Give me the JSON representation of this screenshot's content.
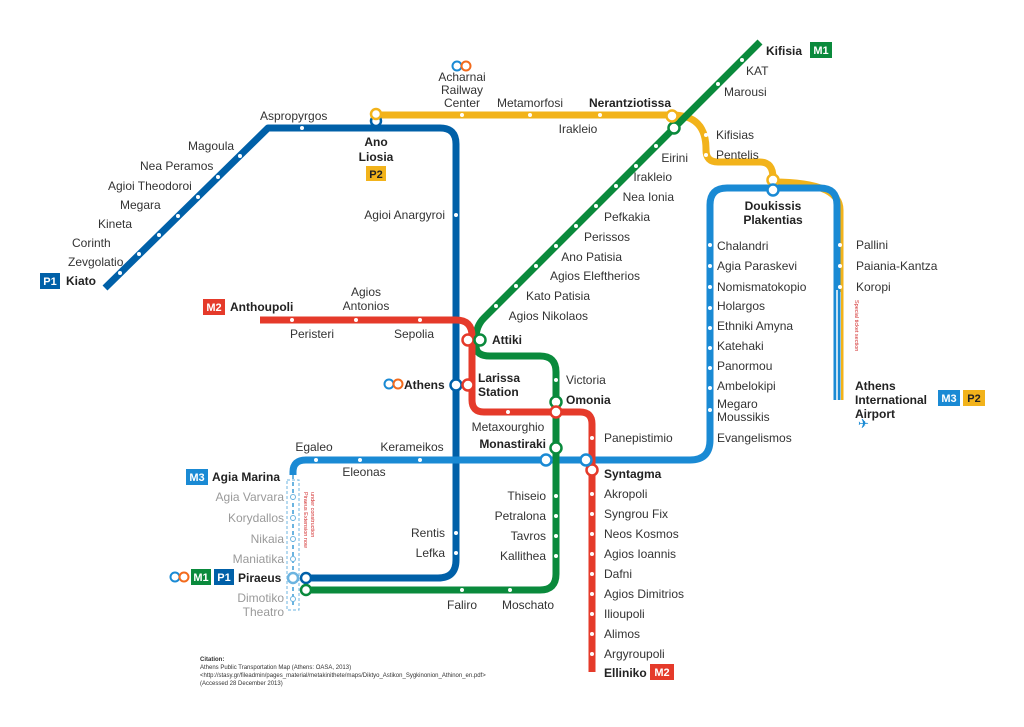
{
  "colors": {
    "m1": "#0a8a3c",
    "m2": "#e53a2a",
    "m3": "#1a8ad4",
    "p1": "#0060a8",
    "p2": "#f2b31b"
  },
  "icons": {
    "ose": "ose-railway-icon",
    "plane": "airplane-icon"
  },
  "badges": {
    "m1": "M1",
    "m2": "M2",
    "m3": "M3",
    "p1": "P1",
    "p2": "P2"
  },
  "p1_line": {
    "terminus_west": "Kiato",
    "stations": [
      "Zevgolatio",
      "Corinth",
      "Kineta",
      "Megara",
      "Agioi Theodoroi",
      "Nea Peramos",
      "Magoula",
      "Aspropyrgos",
      "Ano Liosia",
      "Agioi Anargyroi",
      "Rentis",
      "Lefka",
      "Piraeus"
    ]
  },
  "p2_line": {
    "stations": [
      "Acharnai Railway Center",
      "Metamorfosi",
      "Irakleio",
      "Nerantziotissa",
      "Kifisias",
      "Pentelis",
      "Pallini",
      "Paiania-Kantza",
      "Koropi"
    ],
    "acharnai_lines": [
      "Acharnai",
      "Railway",
      "Center"
    ],
    "special_note": "Special ticket section"
  },
  "m1_line": {
    "stations": [
      "Kifisia",
      "KAT",
      "Marousi",
      "Nerantziotissa",
      "Eirini",
      "Irakleio",
      "Nea Ionia",
      "Pefkakia",
      "Perissos",
      "Ano Patisia",
      "Agios Eleftherios",
      "Kato Patisia",
      "Agios Nikolaos",
      "Attiki",
      "Victoria",
      "Omonia",
      "Monastiraki",
      "Thiseio",
      "Petralona",
      "Tavros",
      "Kallithea",
      "Moschato",
      "Faliro",
      "Piraeus"
    ]
  },
  "m2_line": {
    "stations": [
      "Anthoupoli",
      "Peristeri",
      "Agios Antonios",
      "Sepolia",
      "Attiki",
      "Larissa Station",
      "Metaxourghio",
      "Omonia",
      "Panepistimio",
      "Syntagma",
      "Akropoli",
      "Syngrou Fix",
      "Neos Kosmos",
      "Agios Ioannis",
      "Dafni",
      "Agios Dimitrios",
      "Ilioupoli",
      "Alimos",
      "Argyroupoli",
      "Elliniko"
    ],
    "agios_antonios_lines": [
      "Agios",
      "Antonios"
    ],
    "larissa_lines": [
      "Larissa",
      "Station"
    ]
  },
  "m3_line": {
    "stations": [
      "Agia Marina",
      "Egaleo",
      "Eleonas",
      "Kerameikos",
      "Monastiraki",
      "Syntagma",
      "Evangelismos",
      "Megaro Moussikis",
      "Ambelokipi",
      "Panormou",
      "Katehaki",
      "Ethniki Amyna",
      "Holargos",
      "Nomismatokopio",
      "Agia Paraskevi",
      "Chalandri",
      "Doukissis Plakentias",
      "Athens International Airport"
    ],
    "megaro_lines": [
      "Megaro",
      "Moussikis"
    ],
    "doukissis_lines": [
      "Doukissis",
      "Plakentias"
    ],
    "airport_lines": [
      "Athens",
      "International",
      "Airport"
    ],
    "extension_stations": [
      "Agia Varvara",
      "Korydallos",
      "Nikaia",
      "Maniatika",
      "Piraeus",
      "Dimotiko Theatro"
    ],
    "dimotiko_lines": [
      "Dimotiko",
      "Theatro"
    ],
    "extension_note": [
      "Piraeus Extension now",
      "under construction"
    ]
  },
  "other_labels": {
    "athens": "Athens",
    "ano_liosia_lines": [
      "Ano",
      "Liosia"
    ]
  },
  "citation": {
    "heading": "Citation:",
    "lines": [
      "Athens Public Transportation Map (Athens: OASA, 2013)",
      "<http://stasy.gr/fileadmin/pages_material/metakinithete/maps/Diktyo_Astikon_Sygkinonion_Athinon_en.pdf>",
      "(Accessed 28 December 2013)"
    ]
  }
}
